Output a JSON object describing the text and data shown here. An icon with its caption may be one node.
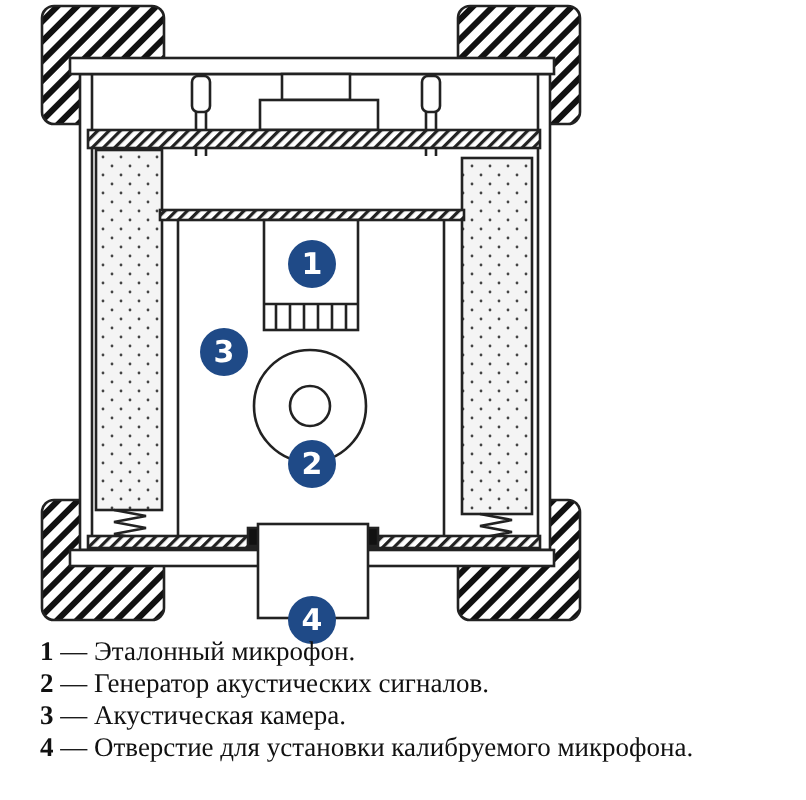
{
  "diagram": {
    "labels": [
      "1",
      "3",
      "2",
      "4",
      "**1** — Эталонный микрофон.",
      "**2** — Генератор акустических сигналов.",
      "**3** — Акустическая камера.",
      "**4** — Отверстие для установки калибруемого микрофона."
    ]
  }
}
